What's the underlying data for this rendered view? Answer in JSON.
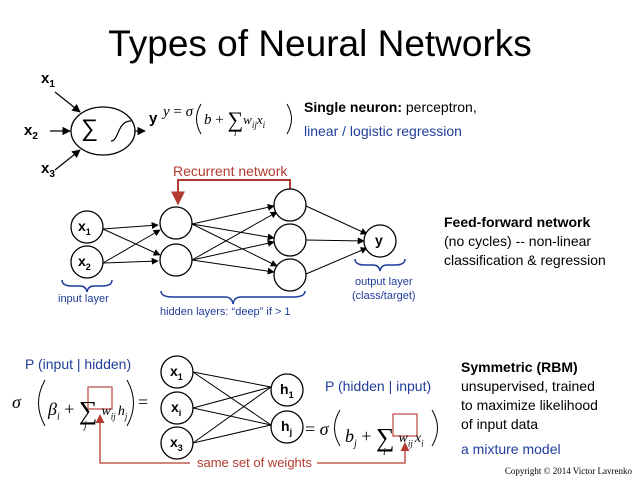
{
  "title": "Types of Neural Networks",
  "single_neuron": {
    "inputs": [
      "x",
      "x",
      "x"
    ],
    "input_subs": [
      "1",
      "2",
      "3"
    ],
    "sum_symbol": "∑",
    "output": "y",
    "heading": "Single neuron:",
    "heading_rest": " perceptron,",
    "line2_a": "linear",
    "line2_sep": " / ",
    "line2_b": "logistic regression"
  },
  "feed_forward": {
    "recurrent_label": "Recurrent network",
    "inputs": [
      "x",
      "x"
    ],
    "input_subs": [
      "1",
      "2"
    ],
    "output": "y",
    "input_layer": "input layer",
    "hidden_layers": "hidden layers: “deep” if > 1",
    "output_layer_1": "output layer",
    "output_layer_2": "(class/target)",
    "heading": "Feed-forward network",
    "line2": "(no cycles)  --  non-linear",
    "line3": "classification & regression"
  },
  "rbm": {
    "p_input_hidden": "P (input | hidden)",
    "p_hidden_input": "P (hidden | input)",
    "visible": [
      "x",
      "x",
      "x"
    ],
    "visible_subs": [
      "1",
      "i",
      "3"
    ],
    "hidden": [
      "h",
      "h"
    ],
    "hidden_subs": [
      "1",
      "j"
    ],
    "shared_weights": "same set of weights",
    "heading": "Symmetric (RBM)",
    "line2": "unsupervised, trained",
    "line3": "to maximize likelihood",
    "line4": "of input data",
    "line5": "a mixture model"
  },
  "copyright": "Copyright © 2014 Victor Lavrenko",
  "colors": {
    "blue": "#1f3d9a",
    "red": "#b23a2e",
    "box_red": "#c0504d"
  }
}
